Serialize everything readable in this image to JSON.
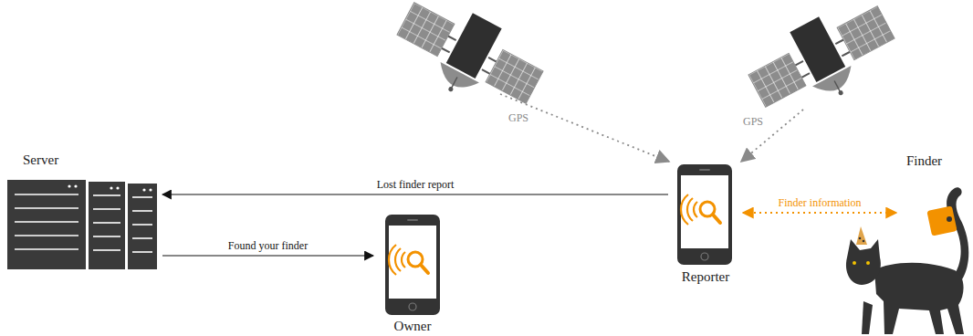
{
  "diagram": {
    "nodes": [
      {
        "text": [
          "Server"
        ]
      },
      {
        "text": [
          "Owner"
        ]
      },
      {
        "text": [
          "Reporter"
        ]
      },
      {
        "text": [
          "Finder"
        ]
      }
    ],
    "edges": [
      {
        "from": 2,
        "to": 0,
        "label": "Lost finder report",
        "arrow": "to"
      },
      {
        "from": 0,
        "to": 1,
        "label": "Found your finder",
        "arrow": "to"
      },
      {
        "from": 2,
        "to": 3,
        "label": "Finder information",
        "arrow": "both"
      }
    ],
    "labels": [
      "GPS",
      "GPS"
    ]
  }
}
